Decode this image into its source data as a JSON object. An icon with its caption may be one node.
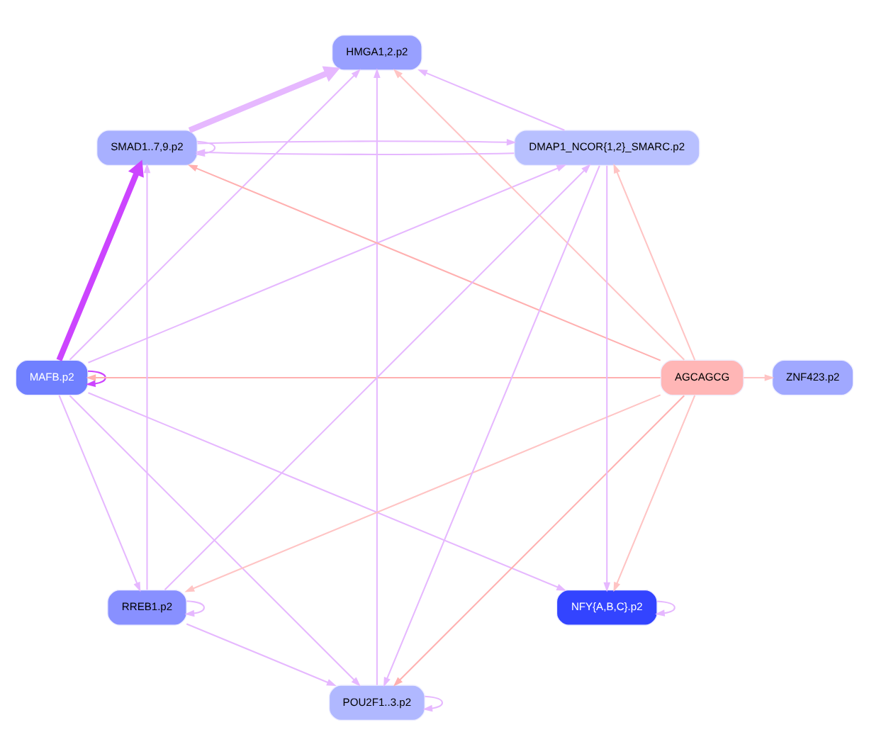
{
  "diagram": {
    "nodes": [
      {
        "text": [
          "POU2F1..3.p2"
        ]
      },
      {
        "text": [
          "MAFB.p2"
        ]
      },
      {
        "text": [
          "HMGA1,2.p2"
        ]
      },
      {
        "text": [
          "NFY{A,B,C}.p2"
        ]
      },
      {
        "text": [
          "AGCAGCG"
        ]
      },
      {
        "text": [
          "RREB1.p2"
        ]
      },
      {
        "text": [
          "ZNF423.p2"
        ]
      },
      {
        "text": [
          "DMAP1_NCOR{1,2}_SMARC.p2"
        ]
      },
      {
        "text": [
          "SMAD1..7,9.p2"
        ]
      }
    ],
    "edges": [
      {
        "from": 4,
        "to": 0,
        "arrow": "to",
        "color": "#ffb0b0"
      },
      {
        "from": 4,
        "to": 1,
        "arrow": "to",
        "color": "#ffb0b0"
      },
      {
        "from": 4,
        "to": 2,
        "arrow": "to",
        "color": "#ffc4c4"
      },
      {
        "from": 4,
        "to": 3,
        "arrow": "to",
        "color": "#ffc4c4"
      },
      {
        "from": 4,
        "to": 5,
        "arrow": "to",
        "color": "#ffc4c4"
      },
      {
        "from": 4,
        "to": 6,
        "arrow": "to",
        "color": "#ffc4c4"
      },
      {
        "from": 4,
        "to": 7,
        "arrow": "to",
        "color": "#ffc4c4"
      },
      {
        "from": 4,
        "to": 8,
        "arrow": "to",
        "color": "#ffb0b0"
      },
      {
        "from": 1,
        "to": 0,
        "arrow": "to"
      },
      {
        "from": 0,
        "to": 0,
        "arrow": "to"
      },
      {
        "from": 1,
        "to": 1,
        "arrow": "to",
        "color": "#cc44ff"
      },
      {
        "from": 0,
        "to": 2,
        "arrow": "to"
      },
      {
        "from": 1,
        "to": 2,
        "arrow": "to"
      },
      {
        "from": 1,
        "to": 3,
        "arrow": "to"
      },
      {
        "from": 3,
        "to": 3,
        "arrow": "to"
      },
      {
        "from": 1,
        "to": 5,
        "arrow": "to"
      },
      {
        "from": 1,
        "to": 7,
        "arrow": "to"
      },
      {
        "from": 1,
        "to": 8,
        "arrow": "to",
        "style": "thick",
        "color": "#cc44ff"
      },
      {
        "from": 5,
        "to": 0,
        "arrow": "to"
      },
      {
        "from": 7,
        "to": 0,
        "arrow": "to"
      },
      {
        "from": 7,
        "to": 2,
        "arrow": "to"
      },
      {
        "from": 8,
        "to": 2,
        "arrow": "to",
        "style": "thick"
      },
      {
        "from": 5,
        "to": 5,
        "arrow": "to"
      },
      {
        "from": 5,
        "to": 7,
        "arrow": "to"
      },
      {
        "from": 5,
        "to": 8,
        "arrow": "to"
      },
      {
        "from": 7,
        "to": 3,
        "arrow": "to"
      },
      {
        "from": 7,
        "to": 8,
        "arrow": "to"
      },
      {
        "from": 8,
        "to": 7,
        "arrow": "to"
      },
      {
        "from": 8,
        "to": 8,
        "arrow": "to"
      }
    ]
  }
}
